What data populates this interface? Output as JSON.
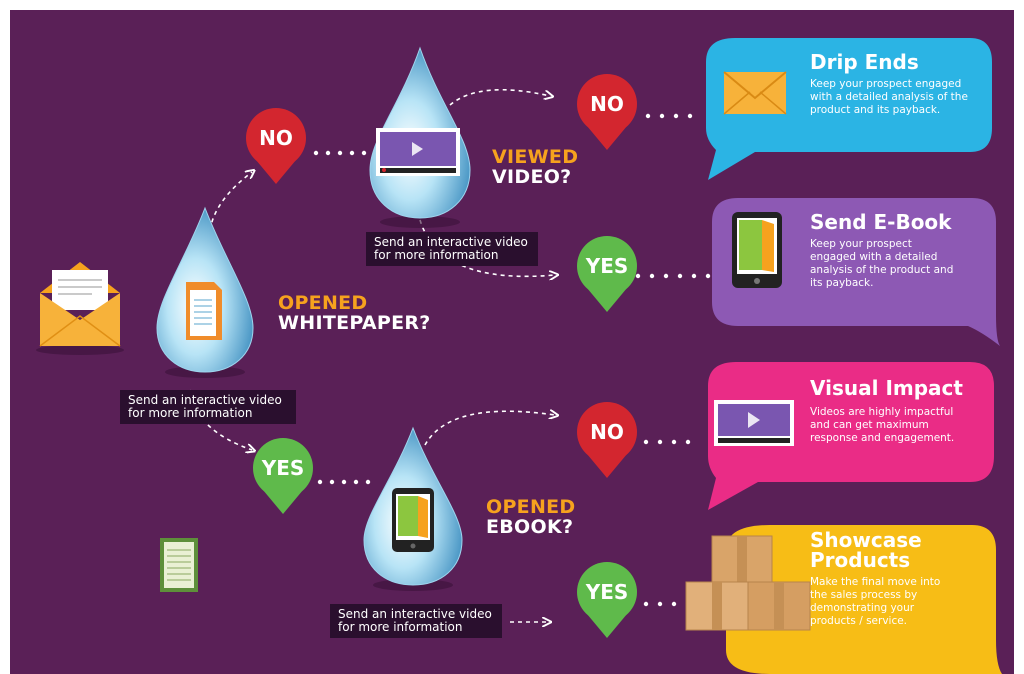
{
  "questions": {
    "whitepaper": {
      "line1": "OPENED",
      "line2": "WHITEPAPER?"
    },
    "video": {
      "line1": "VIEWED",
      "line2": "VIDEO?"
    },
    "ebook": {
      "line1": "OPENED",
      "line2": "EBOOK?"
    }
  },
  "captions": {
    "whitepaper": "Send an interactive video for more information",
    "video": "Send an interactive video for more information",
    "ebook": "Send an interactive video for more information"
  },
  "pins": {
    "no_top": "NO",
    "yes_left": "YES",
    "no_video": "NO",
    "yes_video": "YES",
    "no_ebook": "NO",
    "yes_ebook": "YES"
  },
  "outcomes": [
    {
      "title": "Drip Ends",
      "text": "Keep your prospect engaged with a detailed analysis of the product and its payback.",
      "color": "#2bb4e4"
    },
    {
      "title": "Send E-Book",
      "text": "Keep your prospect engaged with a detailed analysis of the product and its payback.",
      "color": "#8d59b4"
    },
    {
      "title": "Visual Impact",
      "text": "Videos are highly impactful and can get maximum response and engagement.",
      "color": "#ea2c86"
    },
    {
      "title": "Showcase Products",
      "text": "Make the final move into the sales process by demonstrating your products / service.",
      "color": "#f7bd16"
    }
  ],
  "colors": {
    "background": "#5a2057",
    "no_pin": "#d3262f",
    "yes_pin": "#5fba4b",
    "question_accent": "#f6a21e"
  },
  "icons": [
    "envelope-icon",
    "document-icon",
    "video-player-icon",
    "tablet-ebook-icon",
    "boxes-icon",
    "spreadsheet-icon"
  ]
}
